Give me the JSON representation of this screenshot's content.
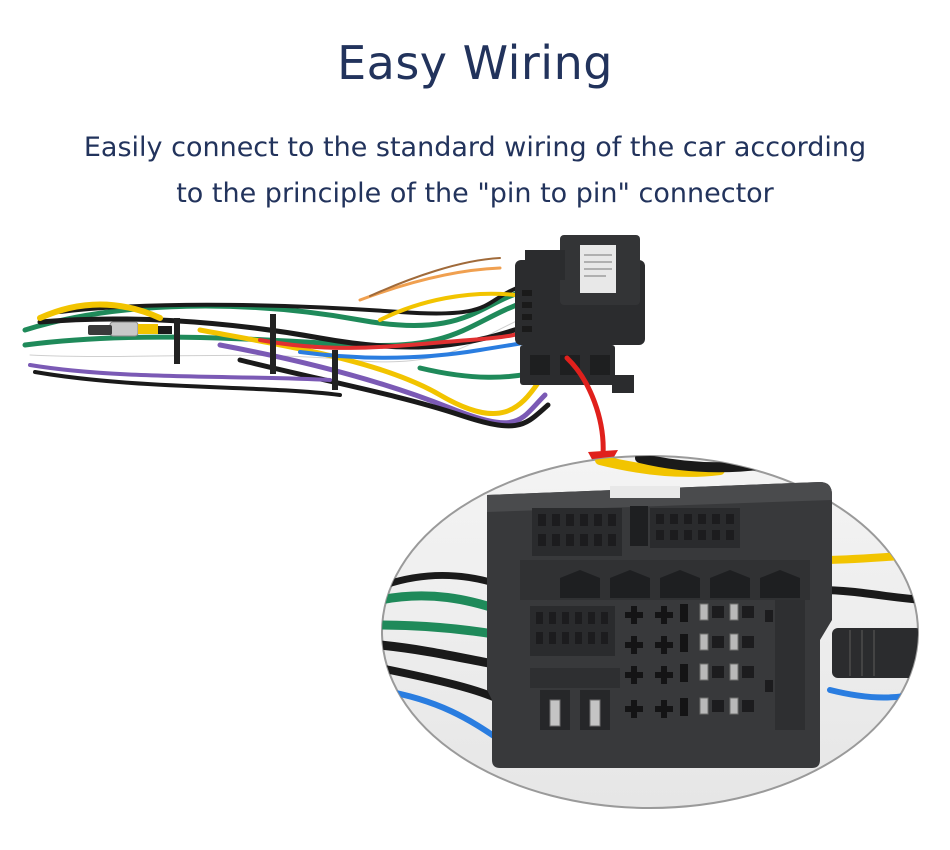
{
  "header": {
    "title": "Easy Wiring",
    "subtitle_line1": "Easily connect to the standard wiring of the car according",
    "subtitle_line2": "to the principle of the \"pin to pin\" connector"
  },
  "colors": {
    "heading": "#22335c",
    "connector": "#2b2c2e",
    "arrow": "#e0201c",
    "wire_green": "#1f8a5a",
    "wire_yellow": "#f2c400",
    "wire_purple": "#7b5ab5",
    "wire_orange": "#f0a050",
    "wire_black": "#1a1a1a"
  },
  "image": {
    "description_icon": "wiring-harness-photo",
    "zoom_icon": "connector-closeup-photo"
  }
}
